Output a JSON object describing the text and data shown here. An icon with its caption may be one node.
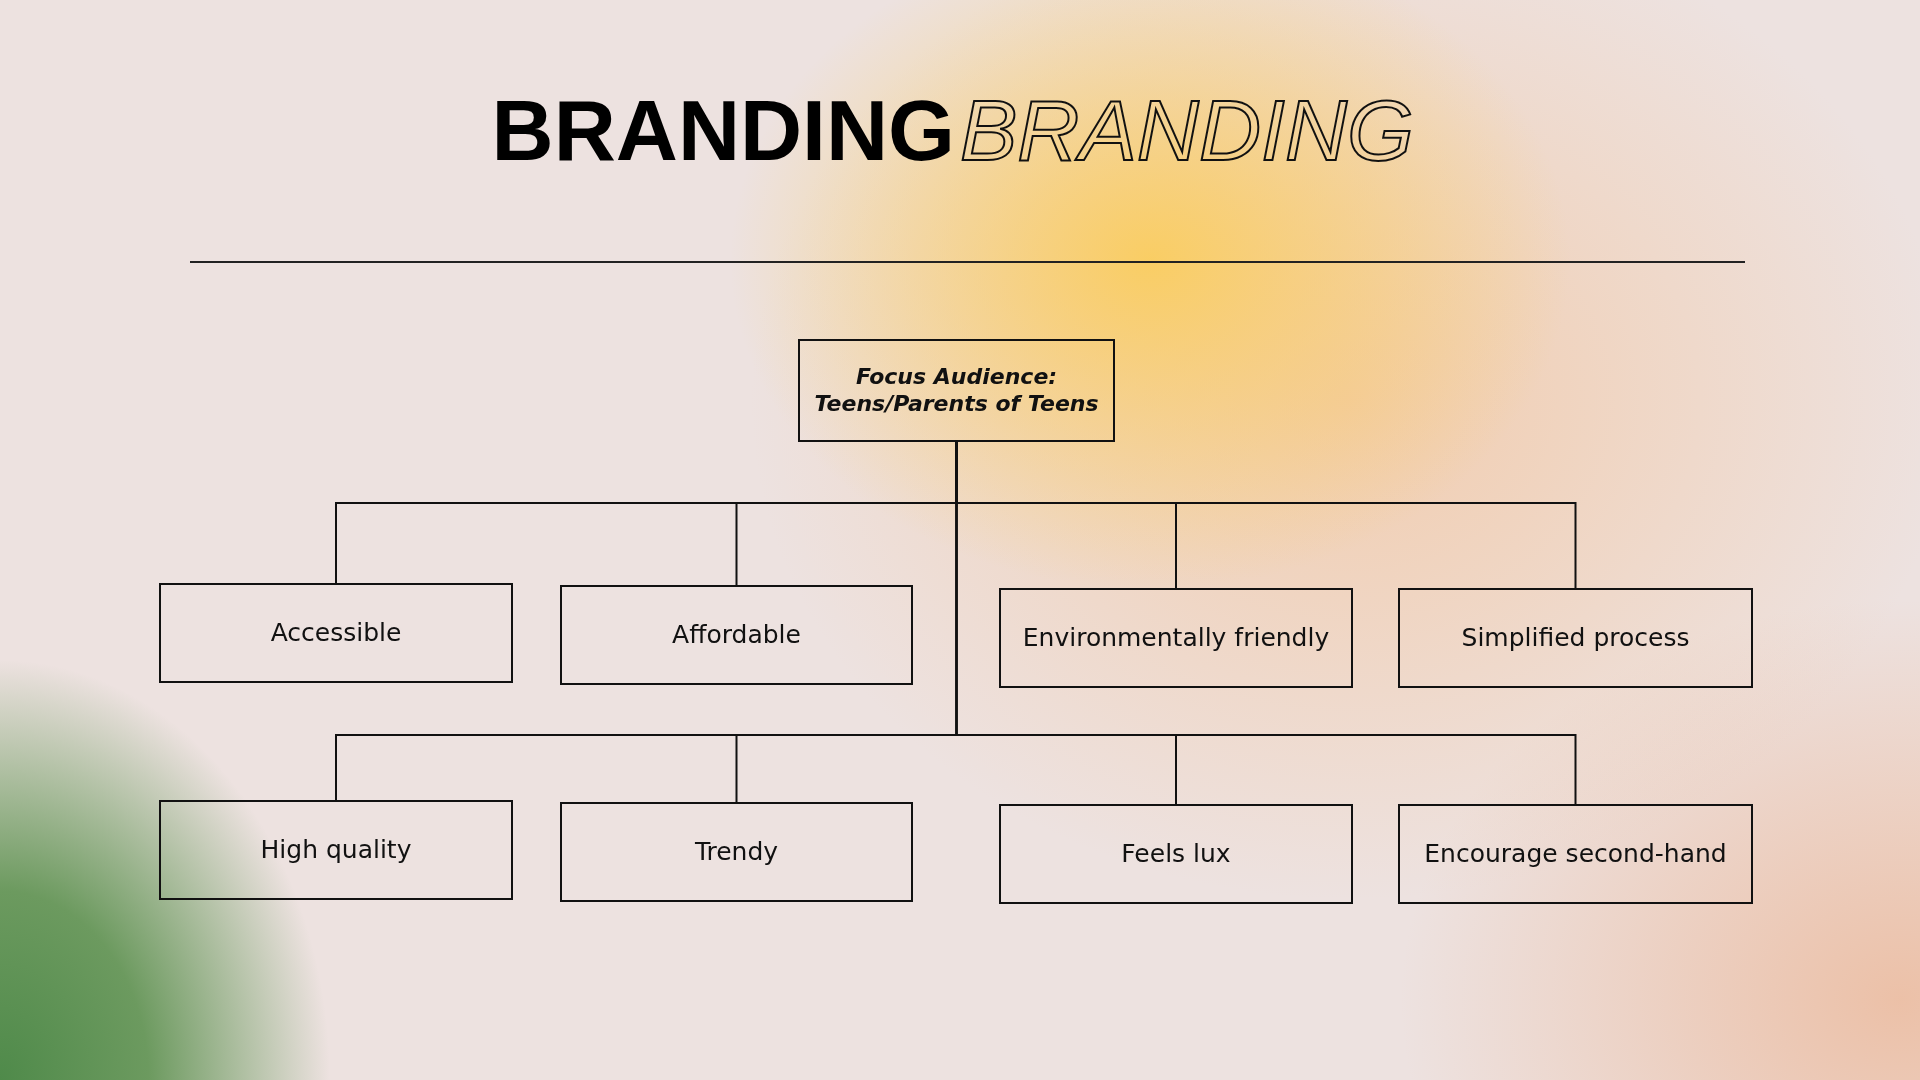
{
  "diagram": {
    "title": "BRANDING",
    "nodes": [
      {
        "text": [
          "Focus Audience: Teens/Parents of Teens"
        ]
      },
      {
        "text": [
          "Accessible"
        ]
      },
      {
        "text": [
          "Affordable"
        ]
      },
      {
        "text": [
          "Environmentally friendly"
        ]
      },
      {
        "text": [
          "Simplified process"
        ]
      },
      {
        "text": [
          "High quality"
        ]
      },
      {
        "text": [
          "Trendy"
        ]
      },
      {
        "text": [
          "Feels lux"
        ]
      },
      {
        "text": [
          "Encourage second-hand"
        ]
      }
    ],
    "edges": [
      {
        "from": 0,
        "to": 1,
        "arrow": "none"
      },
      {
        "from": 0,
        "to": 2,
        "arrow": "none"
      },
      {
        "from": 0,
        "to": 3,
        "arrow": "none"
      },
      {
        "from": 0,
        "to": 4,
        "arrow": "none"
      },
      {
        "from": 0,
        "to": 5,
        "arrow": "none"
      },
      {
        "from": 0,
        "to": 6,
        "arrow": "none"
      },
      {
        "from": 0,
        "to": 7,
        "arrow": "none"
      },
      {
        "from": 0,
        "to": 8,
        "arrow": "none"
      }
    ],
    "labels": [
      "BRANDING"
    ]
  }
}
